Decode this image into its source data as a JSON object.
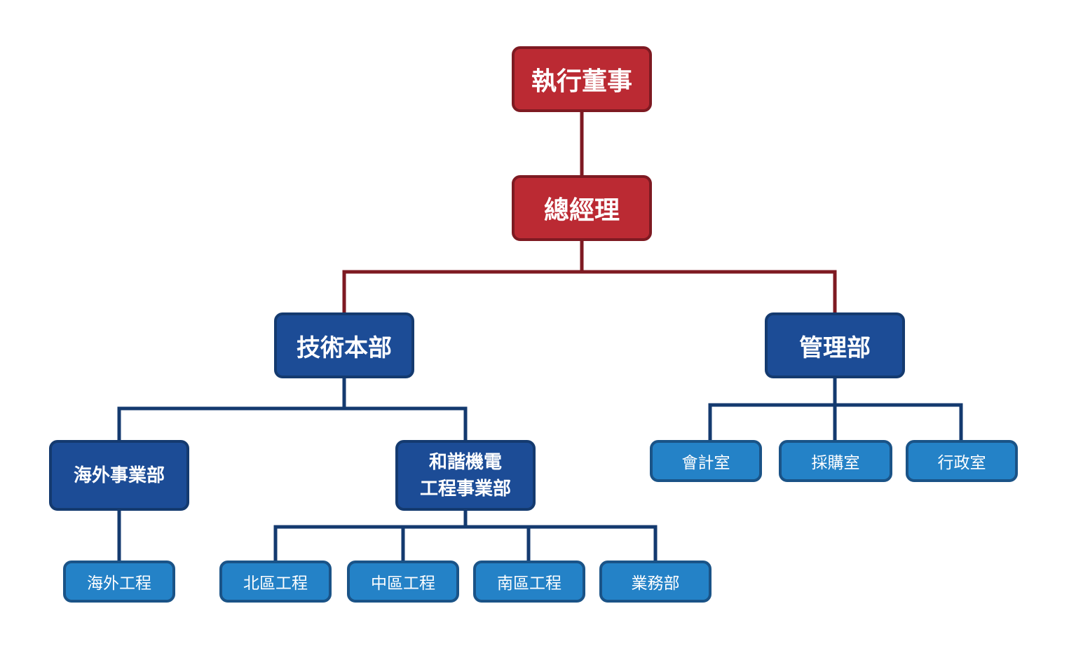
{
  "colors": {
    "executive_fill": "#bb2a33",
    "executive_border": "#7e1a22",
    "department_fill": "#1c4c96",
    "department_border": "#143a6f",
    "office_fill": "#2482c7",
    "office_border": "#1a5387",
    "connector_red": "#7e1a22",
    "connector_blue": "#143a6f"
  },
  "nodes": {
    "executive_director": "執行董事",
    "general_manager": "總經理",
    "technical_division": "技術本部",
    "management_dept": "管理部",
    "overseas_business": "海外事業部",
    "hexie_line1": "和諧機電",
    "hexie_line2": "工程事業部",
    "accounting": "會計室",
    "procurement": "採購室",
    "administration": "行政室",
    "overseas_engineering": "海外工程",
    "north_engineering": "北區工程",
    "central_engineering": "中區工程",
    "south_engineering": "南區工程",
    "business_dept": "業務部"
  }
}
